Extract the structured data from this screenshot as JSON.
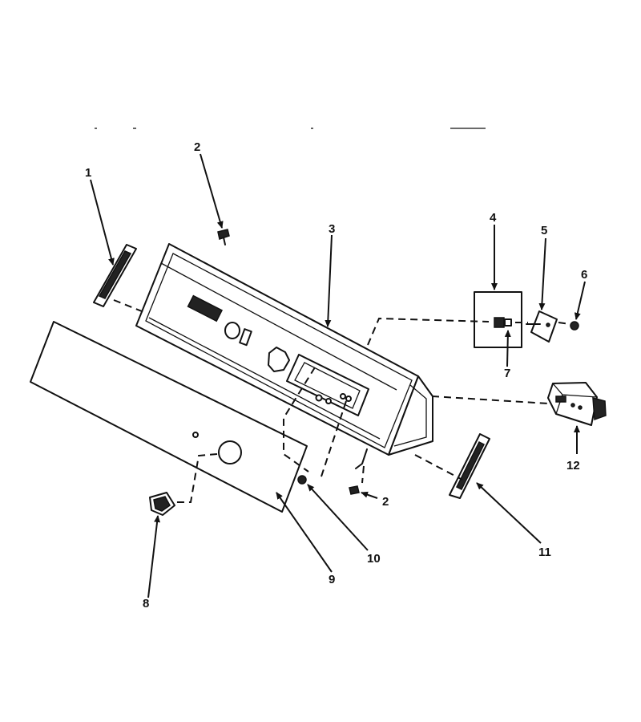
{
  "callouts": {
    "c1": "1",
    "c2a": "2",
    "c2b": "2",
    "c3": "3",
    "c4": "4",
    "c5": "5",
    "c6": "6",
    "c7": "7",
    "c8": "8",
    "c9": "9",
    "c10": "10",
    "c11": "11",
    "c12": "12"
  },
  "colors": {
    "line": "#111111",
    "background": "#ffffff"
  }
}
